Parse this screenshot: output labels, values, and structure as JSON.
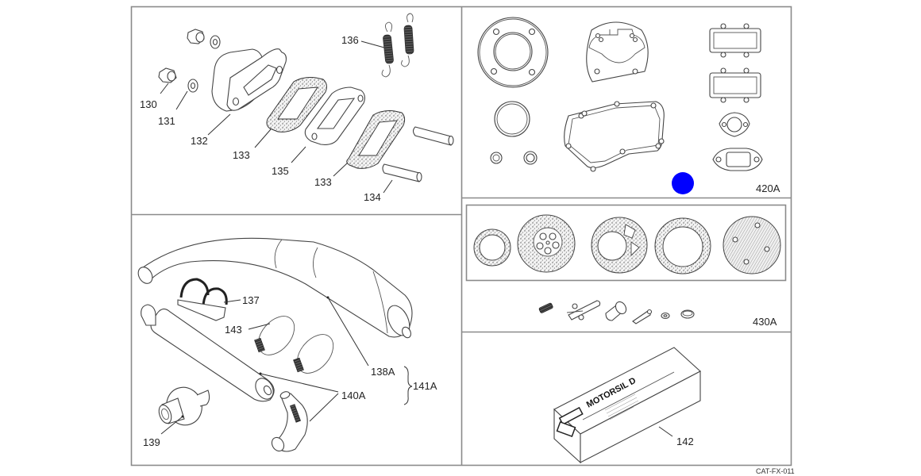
{
  "diagram": {
    "title_code": "CAT-FX-011",
    "marker_color": "#0000ff",
    "panels": {
      "intake": {
        "labels": [
          "130",
          "131",
          "132",
          "133",
          "135",
          "133",
          "134",
          "136"
        ]
      },
      "gasket_kit": {
        "kit_label": "420A"
      },
      "carb_kit": {
        "kit_label": "430A"
      },
      "exhaust": {
        "labels": [
          "137",
          "143",
          "138A",
          "141A",
          "140A",
          "139"
        ]
      },
      "sealant": {
        "label": "142",
        "box_brand": "MOTORSIL D"
      }
    }
  }
}
